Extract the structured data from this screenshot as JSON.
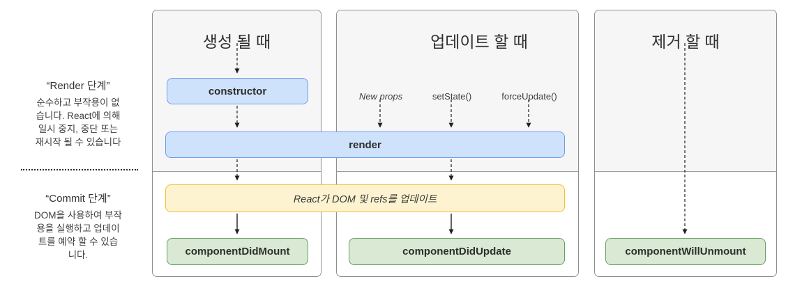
{
  "sidebar": {
    "render_phase": {
      "title": "“Render 단계”",
      "lines": [
        "순수하고 부작용이 없",
        "습니다. React에 의해",
        "일시 중지, 중단 또는",
        "재시작 될 수 있습니다"
      ]
    },
    "commit_phase": {
      "title": "“Commit 단계”",
      "lines": [
        "DOM을 사용하여 부작",
        "용을 실행하고 업데이",
        "트를 예약 할 수 있습",
        "니다."
      ]
    }
  },
  "columns": {
    "mount": {
      "title": "생성 될 때"
    },
    "update": {
      "title": "업데이트 할 때",
      "triggers": [
        "New props",
        "setState()",
        "forceUpdate()"
      ]
    },
    "unmount": {
      "title": "제거 할 때"
    }
  },
  "boxes": {
    "constructor": "constructor",
    "render": "render",
    "react_dom_update": "React가 DOM 및 refs를 업데이트",
    "component_did_mount": "componentDidMount",
    "component_did_update": "componentDidUpdate",
    "component_will_unmount": "componentWillUnmount"
  },
  "colors": {
    "blue_fill": "#cfe2fb",
    "blue_border": "#6d9eeb",
    "yellow_fill": "#fdf3d0",
    "yellow_border": "#f1c232",
    "green_fill": "#d9e9d4",
    "green_border": "#63a05c",
    "panel_background": "#f6f6f6",
    "panel_border": "#8f8f8f",
    "arrow": "#1f1f1f"
  }
}
